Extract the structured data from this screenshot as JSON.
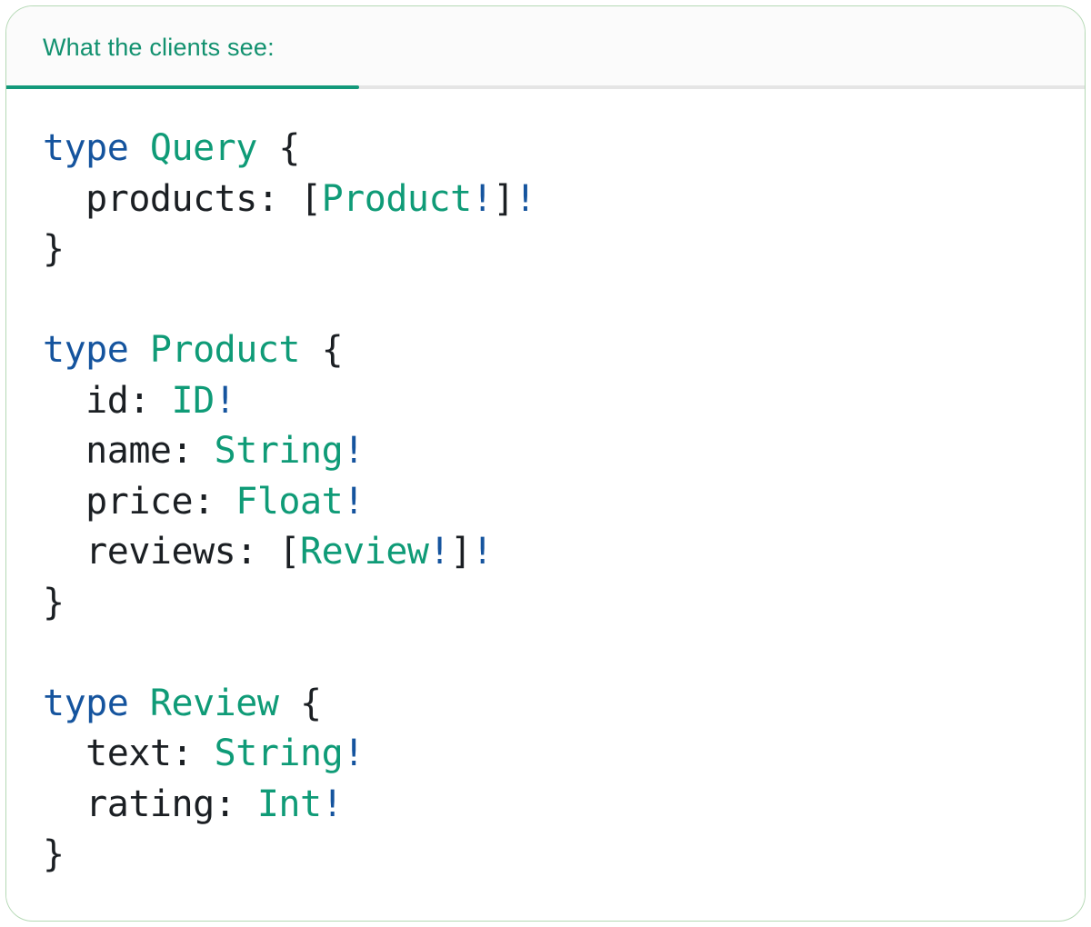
{
  "tab": {
    "label": "What the clients see:"
  },
  "code": {
    "lines": [
      [
        [
          "kw",
          "type"
        ],
        [
          "plain",
          " "
        ],
        [
          "type",
          "Query"
        ],
        [
          "plain",
          " {"
        ]
      ],
      [
        [
          "plain",
          "  products: ["
        ],
        [
          "type",
          "Product"
        ],
        [
          "bang",
          "!"
        ],
        [
          "plain",
          "]"
        ],
        [
          "bang",
          "!"
        ]
      ],
      [
        [
          "plain",
          "}"
        ]
      ],
      [],
      [
        [
          "kw",
          "type"
        ],
        [
          "plain",
          " "
        ],
        [
          "type",
          "Product"
        ],
        [
          "plain",
          " {"
        ]
      ],
      [
        [
          "plain",
          "  id: "
        ],
        [
          "type",
          "ID"
        ],
        [
          "bang",
          "!"
        ]
      ],
      [
        [
          "plain",
          "  name: "
        ],
        [
          "type",
          "String"
        ],
        [
          "bang",
          "!"
        ]
      ],
      [
        [
          "plain",
          "  price: "
        ],
        [
          "type",
          "Float"
        ],
        [
          "bang",
          "!"
        ]
      ],
      [
        [
          "plain",
          "  reviews: ["
        ],
        [
          "type",
          "Review"
        ],
        [
          "bang",
          "!"
        ],
        [
          "plain",
          "]"
        ],
        [
          "bang",
          "!"
        ]
      ],
      [
        [
          "plain",
          "}"
        ]
      ],
      [],
      [
        [
          "kw",
          "type"
        ],
        [
          "plain",
          " "
        ],
        [
          "type",
          "Review"
        ],
        [
          "plain",
          " {"
        ]
      ],
      [
        [
          "plain",
          "  text: "
        ],
        [
          "type",
          "String"
        ],
        [
          "bang",
          "!"
        ]
      ],
      [
        [
          "plain",
          "  rating: "
        ],
        [
          "type",
          "Int"
        ],
        [
          "bang",
          "!"
        ]
      ],
      [
        [
          "plain",
          "}"
        ]
      ]
    ]
  },
  "colors": {
    "accent_teal": "#13997a",
    "title_teal": "#12916f",
    "type_teal": "#0f9b77",
    "keyword_blue": "#15549e",
    "text_dark": "#1b1f23",
    "divider_gray": "#e5e5e5",
    "card_border_green": "#b5d9b5",
    "header_bg": "#fbfbfb"
  }
}
